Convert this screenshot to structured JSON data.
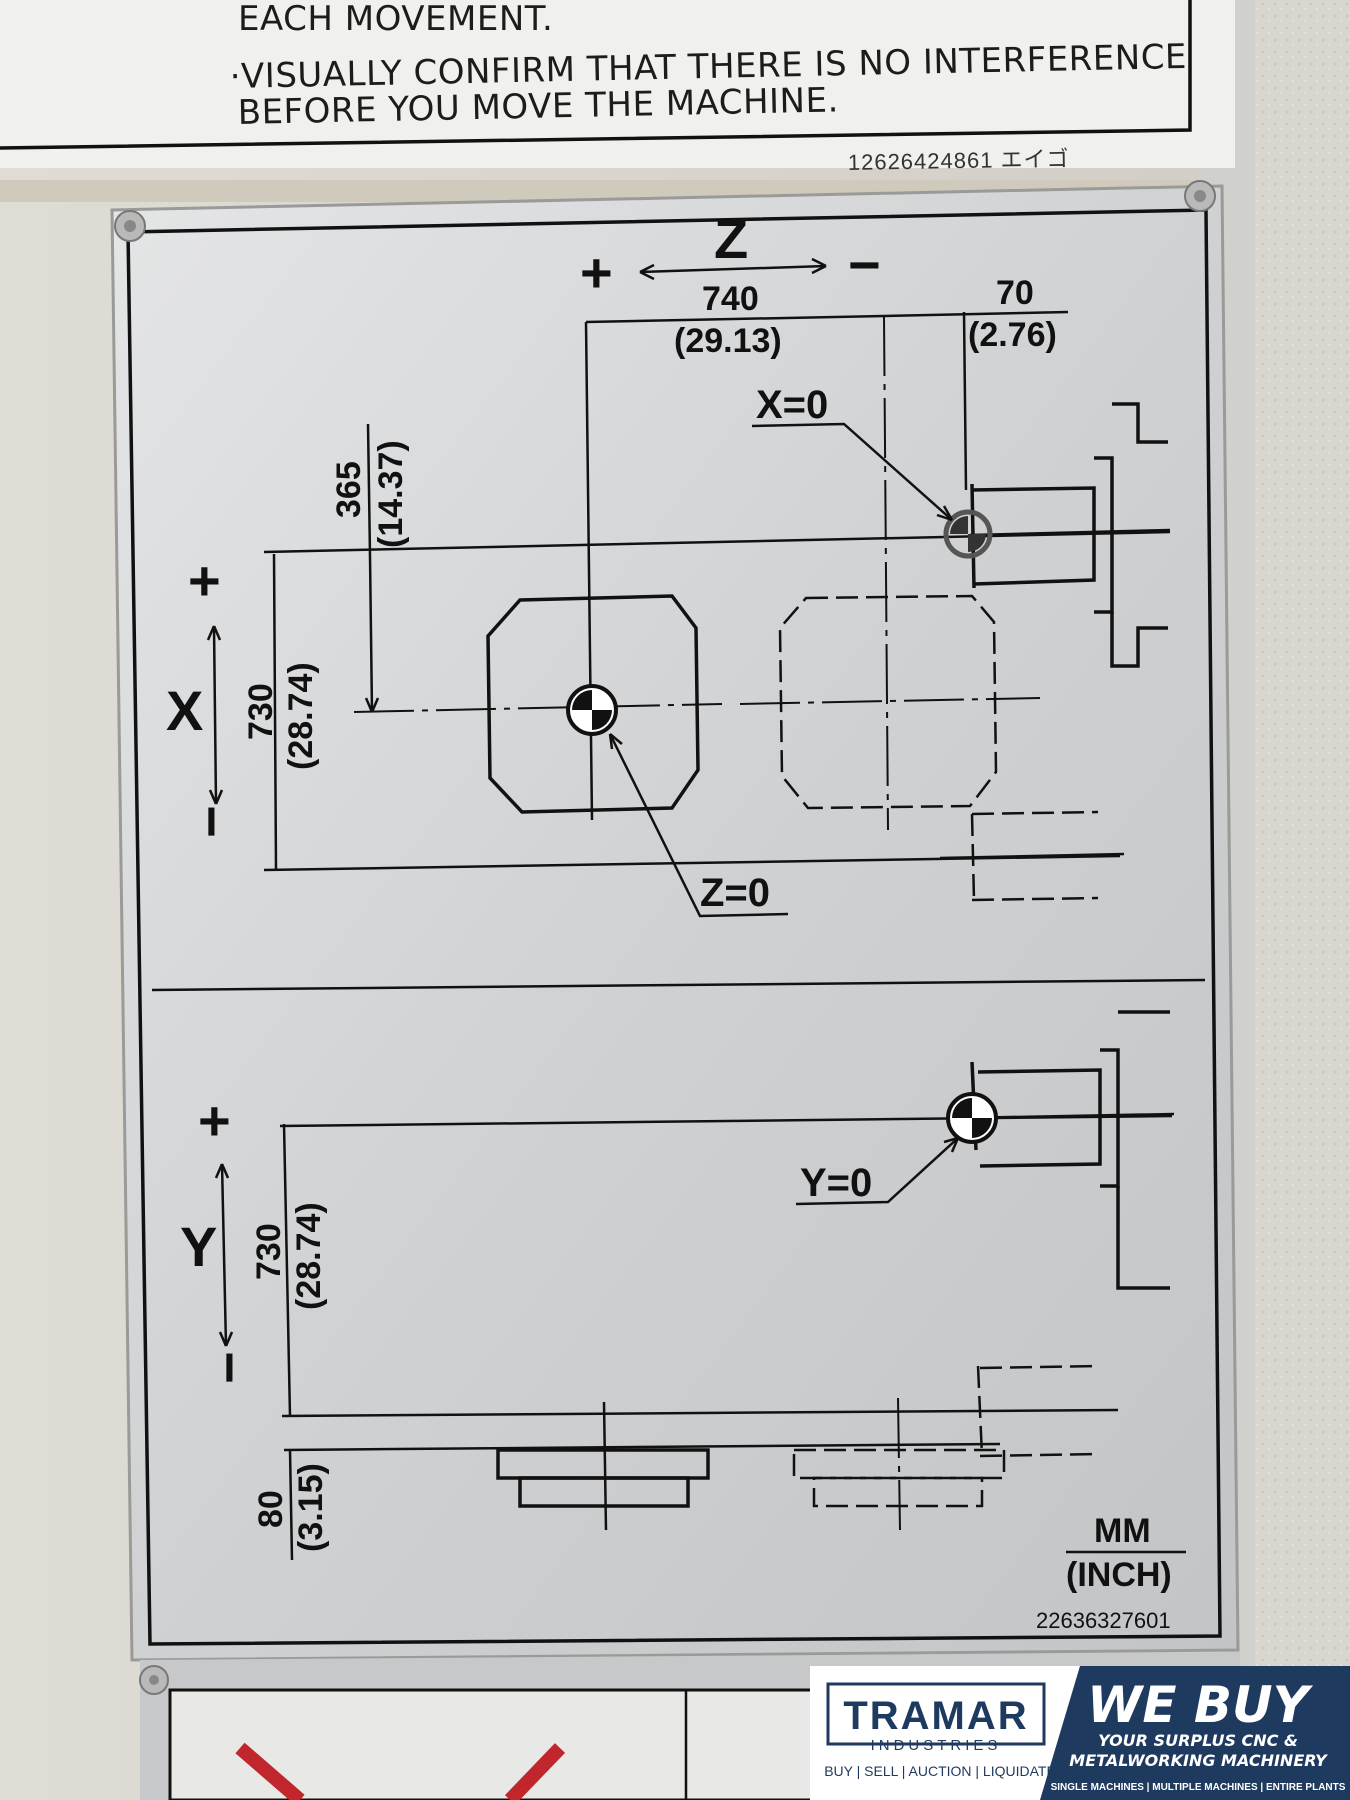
{
  "warning_label": {
    "line1": "EACH MOVEMENT.",
    "line2": "·VISUALLY CONFIRM THAT THERE IS NO INTERFERENCE",
    "line3": "BEFORE YOU MOVE THE MACHINE.",
    "part_number": "12626424861 エイゴ"
  },
  "travel_plate": {
    "z_axis": {
      "name": "Z",
      "plus": "+",
      "minus": "−",
      "travel_mm": "740",
      "travel_inch": "(29.13)",
      "offset_mm": "70",
      "offset_inch": "(2.76)"
    },
    "x_axis": {
      "name": "X",
      "plus": "+",
      "minus": "−",
      "travel_mm": "730",
      "travel_inch": "(28.74)",
      "offset_mm": "365",
      "offset_inch": "(14.37)"
    },
    "y_axis": {
      "name": "Y",
      "plus": "+",
      "minus": "−",
      "travel_mm": "730",
      "travel_inch": "(28.74)",
      "offset_mm": "80",
      "offset_inch": "(3.15)"
    },
    "labels": {
      "x_zero": "X=0",
      "z_zero": "Z=0",
      "y_zero": "Y=0"
    },
    "units": {
      "primary": "MM",
      "secondary": "(INCH)"
    },
    "part_number": "22636327601"
  },
  "watermark": {
    "company": "TRAMAR",
    "company_sub": "INDUSTRIES",
    "services": "BUY | SELL | AUCTION | LIQUIDATE",
    "headline": "WE BUY",
    "subline1": "YOUR SURPLUS CNC &",
    "subline2": "METALWORKING MACHINERY",
    "footer": "SINGLE MACHINES | MULTIPLE MACHINES | ENTIRE PLANTS",
    "colors": {
      "navy": "#1f3a5f",
      "white": "#ffffff"
    }
  }
}
